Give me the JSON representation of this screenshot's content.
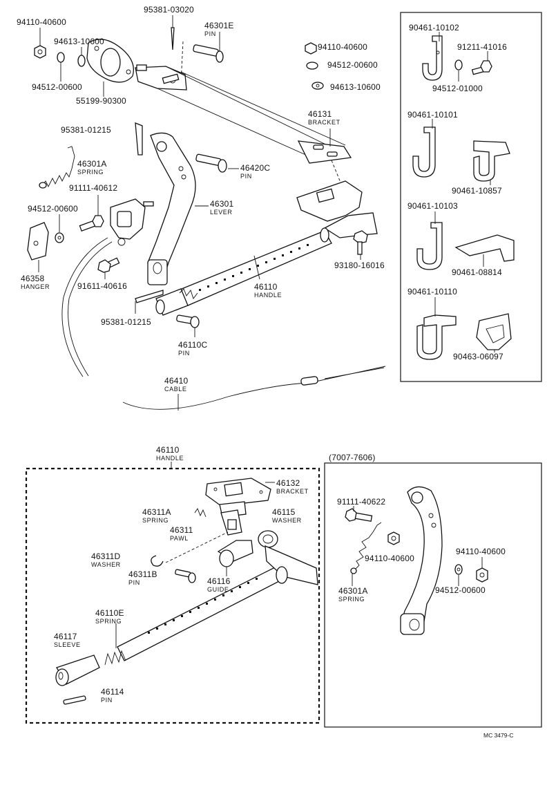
{
  "top": {
    "p94110a": "94110-40600",
    "p94613a": "94613-10600",
    "p94512a": "94512-00600",
    "p55199": "55199-90300",
    "p95381a": "95381-03020",
    "p46301e": "46301E",
    "n46301e": "PIN",
    "p94110b": "94110-40600",
    "p94512b": "94512-00600",
    "p94613b": "94613-10600",
    "p46131": "46131",
    "n46131": "BRACKET",
    "p95381b": "95381-01215",
    "p46301a": "46301A",
    "n46301a": "SPRING",
    "p46420c": "46420C",
    "n46420c": "PIN",
    "p91111": "91111-40612",
    "p94512c": "94512-00600",
    "p46301": "46301",
    "n46301": "LEVER",
    "p46358": "46358",
    "n46358": "HANGER",
    "p91611": "91611-40616",
    "p93180": "93180-16016",
    "p46110": "46110",
    "n46110": "HANDLE",
    "p95381c": "95381-01215",
    "p46110c": "46110C",
    "n46110c": "PIN",
    "p46410": "46410",
    "n46410": "CABLE"
  },
  "clips": {
    "p90461_10102": "90461-10102",
    "p91211": "91211-41016",
    "p94512_01000": "94512-01000",
    "p90461_10101": "90461-10101",
    "p90461_10857": "90461-10857",
    "p90461_10103": "90461-10103",
    "p90461_08814": "90461-08814",
    "p90461_10110": "90461-10110",
    "p90463": "90463-06097"
  },
  "handle_detail": {
    "p46110": "46110",
    "n46110": "HANDLE",
    "p46132": "46132",
    "n46132": "BRACKET",
    "p46311a": "46311A",
    "n46311a": "SPRING",
    "p46115": "46115",
    "n46115": "WASHER",
    "p46311": "46311",
    "n46311": "PAWL",
    "p46311d": "46311D",
    "n46311d": "WASHER",
    "p46311b": "46311B",
    "n46311b": "PIN",
    "p46116": "46116",
    "n46116": "GUIDE",
    "p46110e": "46110E",
    "n46110e": "SPRING",
    "p46117": "46117",
    "n46117": "SLEEVE",
    "p46114": "46114",
    "n46114": "PIN"
  },
  "lever_variant": {
    "range": "(7007-7606)",
    "p91111": "91111-40622",
    "p94110a": "94110-40600",
    "p94110b": "94110-40600",
    "p46301a": "46301A",
    "n46301a": "SPRING",
    "p94512": "94512-00600"
  },
  "footer": {
    "code": "MC 3479-C"
  }
}
